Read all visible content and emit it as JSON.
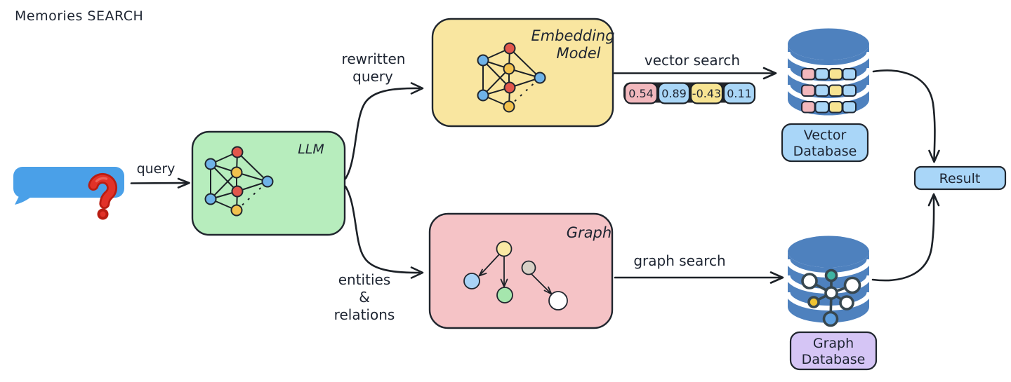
{
  "title": "Memories SEARCH",
  "colors": {
    "background": "#ffffff",
    "stroke": "#1c2127",
    "bubble_blue": "#4aa0e8",
    "question_red": "#e23228",
    "question_outline": "#b91d12",
    "llm_green": "#b7edbd",
    "embedding_yellow": "#f9e6a0",
    "graph_pink": "#f5c3c6",
    "db_cylinder_blue": "#4e81be",
    "vector_db_label_blue": "#a9d6f8",
    "graph_db_label_purple": "#d5c5f5",
    "result_blue": "#a9d6f8",
    "chip_pink": "#f2b8bd",
    "chip_blue": "#a9d6f7",
    "chip_yellow": "#f7e492",
    "node_blue": "#6fb3e8",
    "node_red": "#e2574c",
    "node_yellow": "#f2c24e",
    "net_teal": "#3eb3a3",
    "net_yellow": "#f0c330",
    "net_blue": "#5e9fe0",
    "net_ring": "#37474f"
  },
  "bubble": {
    "icon": "question-mark"
  },
  "arrows": {
    "query": {
      "label": "query"
    },
    "rewritten": {
      "label_line1": "rewritten",
      "label_line2": "query"
    },
    "entities": {
      "label_line1": "entities",
      "label_line2": "&",
      "label_line3": "relations"
    },
    "vector_search": {
      "label": "vector search"
    },
    "graph_search": {
      "label": "graph search"
    }
  },
  "boxes": {
    "llm": {
      "label": "LLM"
    },
    "embedding": {
      "label_line1": "Embedding",
      "label_line2": "Model"
    },
    "graph": {
      "label": "Graph"
    }
  },
  "vector": {
    "chips": [
      {
        "value": "0.54",
        "color": "pink"
      },
      {
        "value": "0.89",
        "color": "blue"
      },
      {
        "value": "-0.43",
        "color": "yellow"
      },
      {
        "value": "0.11",
        "color": "blue"
      }
    ]
  },
  "databases": {
    "vector_db": {
      "label_line1": "Vector",
      "label_line2": "Database"
    },
    "graph_db": {
      "label_line1": "Graph",
      "label_line2": "Database"
    }
  },
  "result": {
    "label": "Result"
  }
}
